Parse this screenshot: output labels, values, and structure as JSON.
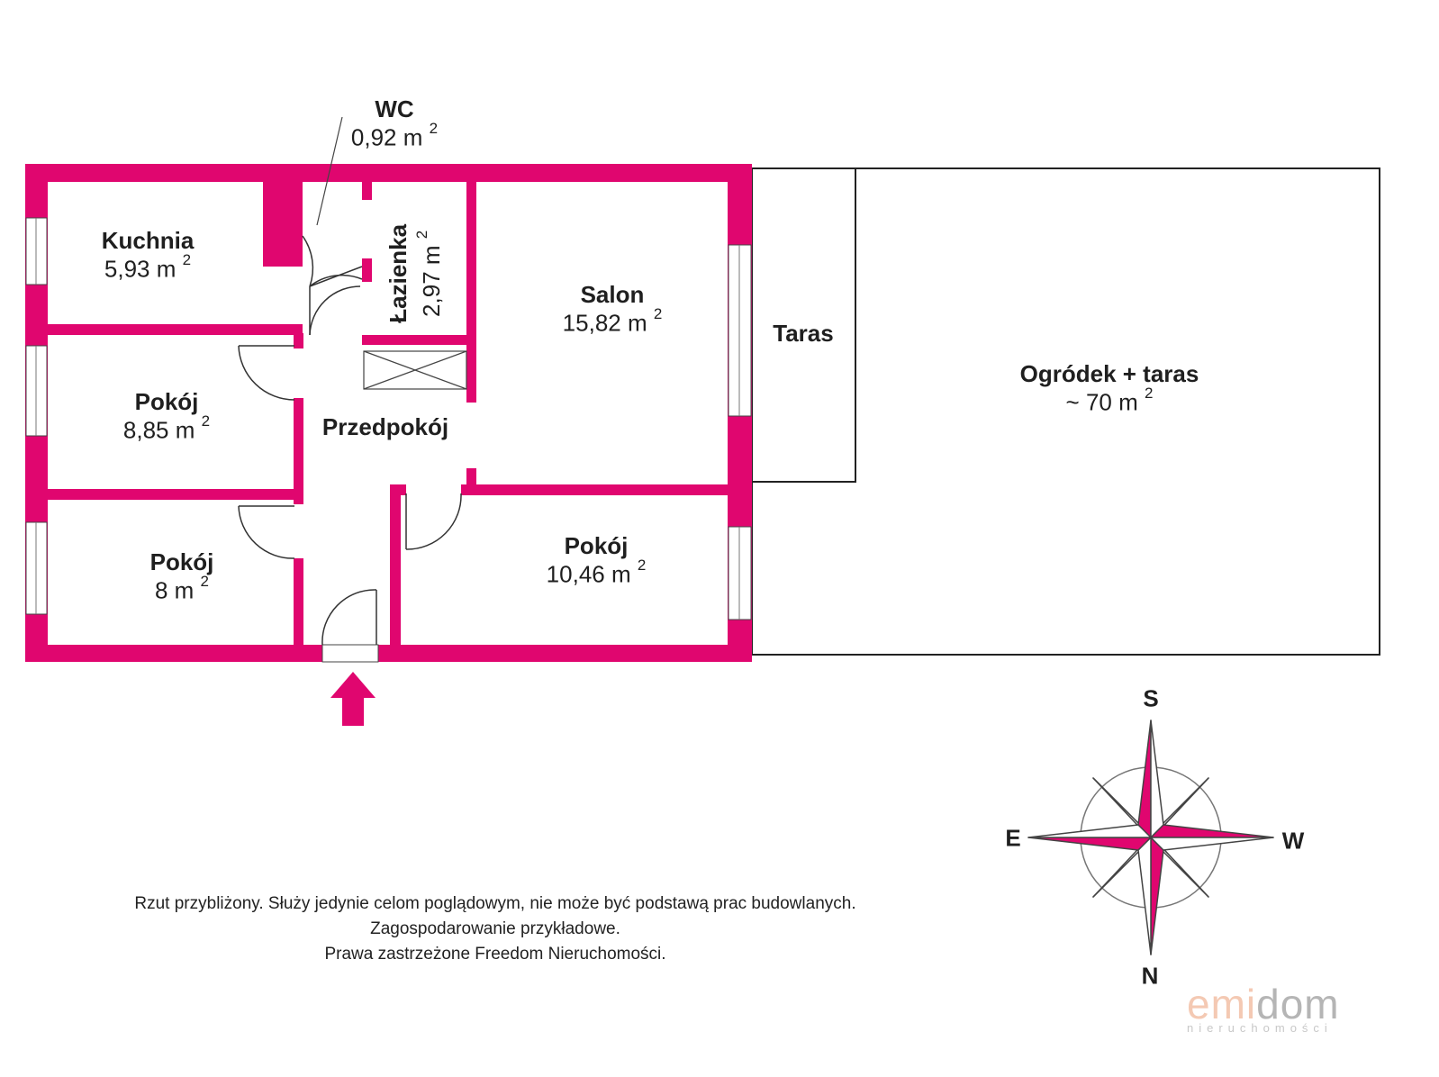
{
  "rooms": {
    "wc": {
      "name": "WC",
      "area": "0,92 m",
      "unit_exp": "2"
    },
    "kuchnia": {
      "name": "Kuchnia",
      "area": "5,93 m",
      "unit_exp": "2"
    },
    "lazienka": {
      "name": "Łazienka",
      "area": "2,97 m",
      "unit_exp": "2"
    },
    "salon": {
      "name": "Salon",
      "area": "15,82 m",
      "unit_exp": "2"
    },
    "taras": {
      "name": "Taras"
    },
    "ogrodek": {
      "name": "Ogródek + taras",
      "area": "~ 70 m",
      "unit_exp": "2"
    },
    "pokoj1": {
      "name": "Pokój",
      "area": "8,85 m",
      "unit_exp": "2"
    },
    "przedpokoj": {
      "name": "Przedpokój"
    },
    "pokoj2": {
      "name": "Pokój",
      "area": "8 m",
      "unit_exp": "2"
    },
    "pokoj3": {
      "name": "Pokój",
      "area": "10,46 m",
      "unit_exp": "2"
    }
  },
  "compass": {
    "top": "S",
    "bottom": "N",
    "left": "E",
    "right": "W"
  },
  "disclaimer": {
    "line1": "Rzut przybliżony. Służy jedynie celom poglądowym, nie może być podstawą prac budowlanych.",
    "line2": "Zagospodarowanie przykładowe.",
    "line3": "Prawa zastrzeżone Freedom Nieruchomości."
  },
  "logo": {
    "main_a": "emi",
    "main_b": "dom",
    "sub": "nieruchomości"
  },
  "colors": {
    "wall": "#e0066f",
    "outline": "#222222"
  }
}
